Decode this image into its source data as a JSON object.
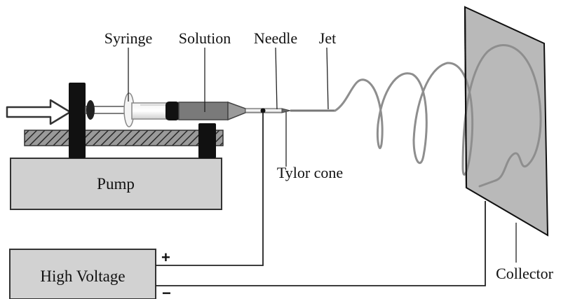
{
  "diagram": {
    "labels": {
      "syringe": "Syringe",
      "solution": "Solution",
      "needle": "Needle",
      "jet": "Jet",
      "taylor_cone": "Tylor cone",
      "collector": "Collector"
    },
    "pump": {
      "label": "Pump"
    },
    "power_supply": {
      "label": "High Voltage",
      "positive": "+",
      "negative": "−"
    },
    "colors": {
      "pump_fill": "#d0d0d0",
      "collector_fill": "#b9b9b9",
      "supply_fill": "#d2d2d2",
      "clamp": "#111111",
      "solution_fill": "#7a7a7a",
      "jet": "#888888",
      "wire": "#222222"
    }
  }
}
